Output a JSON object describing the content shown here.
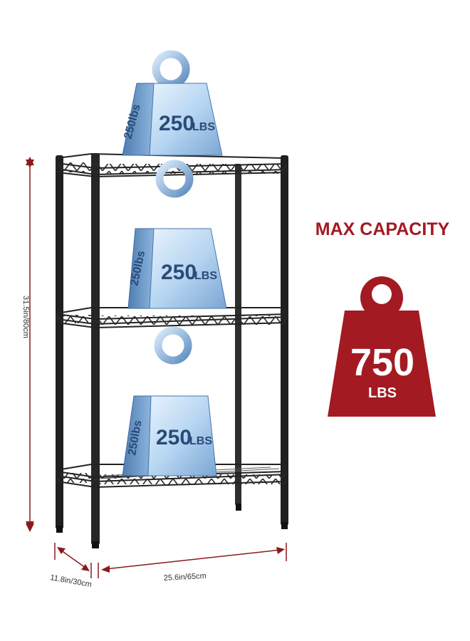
{
  "weights": [
    {
      "value": "250",
      "unit": "LBS",
      "side_text": "250lbs"
    },
    {
      "value": "250",
      "unit": "LBS",
      "side_text": "250lbs"
    },
    {
      "value": "250",
      "unit": "LBS",
      "side_text": "250lbs"
    }
  ],
  "capacity": {
    "title": "MAX CAPACITY",
    "value": "750",
    "unit": "LBS"
  },
  "dimensions": {
    "height": "31.5in/80cm",
    "depth": "11.8in/30cm",
    "width": "25.6in/65cm"
  },
  "colors": {
    "accent_red": "#a31a22",
    "dimension_line": "#8b1a1a",
    "shelf_metal": "#222222",
    "weight_blue": "#9cc3e8"
  }
}
